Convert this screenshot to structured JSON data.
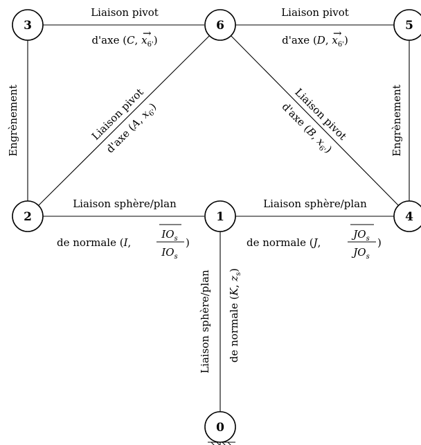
{
  "nodes": [
    {
      "id": "3",
      "label": "3"
    },
    {
      "id": "6",
      "label": "6"
    },
    {
      "id": "5",
      "label": "5"
    },
    {
      "id": "2",
      "label": "2"
    },
    {
      "id": "1",
      "label": "1"
    },
    {
      "id": "4",
      "label": "4"
    },
    {
      "id": "0",
      "label": "0"
    }
  ],
  "edges": {
    "e36": {
      "line1": "Liaison pivot",
      "line2_prefix": "d'axe (",
      "point": "C",
      "vector": "x",
      "sub": "6'"
    },
    "e65": {
      "line1": "Liaison pivot",
      "line2_prefix": "d'axe (",
      "point": "D",
      "vector": "x",
      "sub": "6'"
    },
    "e26": {
      "line1": "Liaison pivot",
      "line2_prefix": "d'axe (",
      "point": "A",
      "vector": "x",
      "sub": "6'"
    },
    "e64": {
      "line1": "Liaison pivot",
      "line2_prefix": "d'axe (",
      "point": "B",
      "vector": "x",
      "sub": "6'"
    },
    "e32": {
      "label": "Engrènement"
    },
    "e54": {
      "label": "Engrènement"
    },
    "e21": {
      "line1": "Liaison sphère/plan",
      "line2_prefix": "de normale (",
      "point": "I",
      "frac_top": "IO",
      "frac_bot": "IO",
      "sub": "s"
    },
    "e14": {
      "line1": "Liaison sphère/plan",
      "line2_prefix": "de normale (",
      "point": "J",
      "frac_top": "JO",
      "frac_bot": "JO",
      "sub": "s"
    },
    "e10": {
      "line1": "Liaison sphère/plan",
      "line2_prefix": "de normale (",
      "point": "K",
      "vector": "z",
      "sub": "s"
    }
  }
}
